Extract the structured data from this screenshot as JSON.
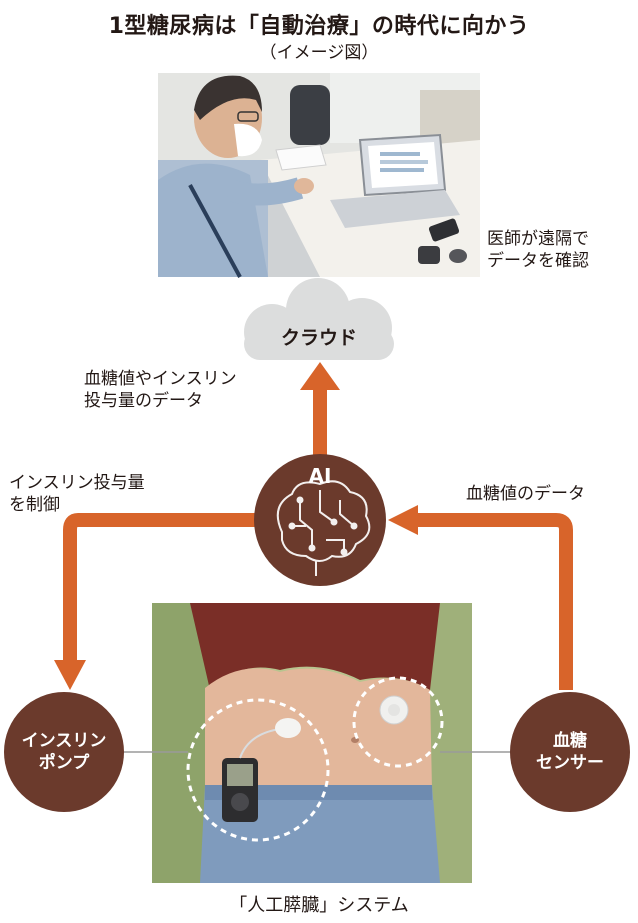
{
  "header": {
    "title": "1型糖尿病は「自動治療」の時代に向かう",
    "subtitle": "（イメージ図）"
  },
  "top_photo": {
    "caption_line1": "医師が遠隔で",
    "caption_line2": "データを確認"
  },
  "cloud": {
    "label": "クラウド"
  },
  "flows": {
    "up_label_line1": "血糖値やインスリン",
    "up_label_line2": "投与量のデータ",
    "left_label_line1": "インスリン投与量",
    "left_label_line2": "を制御",
    "right_label": "血糖値のデータ"
  },
  "ai": {
    "label": "AI"
  },
  "pump": {
    "line1": "インスリン",
    "line2": "ポンプ"
  },
  "sensor": {
    "line1": "血糖",
    "line2": "センサー"
  },
  "footer": {
    "caption": "「人工膵臓」システム"
  },
  "colors": {
    "arrow": "#d8642a",
    "brown": "#6b3a2c",
    "cloud": "#dcdddd",
    "text": "#231815"
  }
}
